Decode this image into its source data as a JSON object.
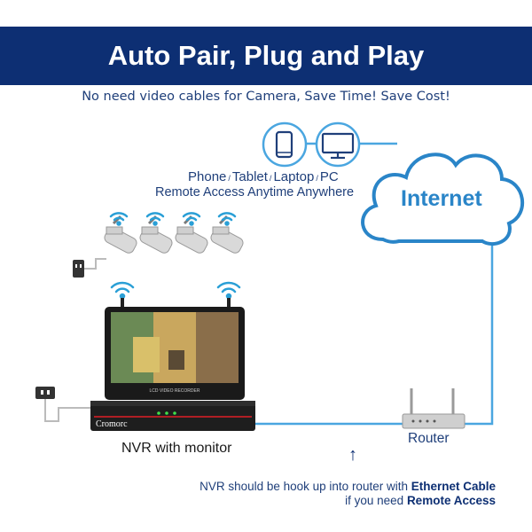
{
  "header": {
    "title": "Auto Pair, Plug and Play"
  },
  "subtitle": "No need video cables for Camera, Save Time! Save Cost!",
  "devices": {
    "phone": "Phone",
    "tablet": "Tablet",
    "laptop": "Laptop",
    "pc": "PC",
    "separator": "/",
    "remote_access": "Remote Access Anytime Anywhere"
  },
  "internet_label": "Internet",
  "nvr": {
    "label": "NVR with monitor",
    "brand": "Cromorc"
  },
  "router_label": "Router",
  "note": {
    "line1_prefix": "NVR should be hook up into router with ",
    "line1_bold": "Ethernet Cable",
    "line2_prefix": "if you need ",
    "line2_bold": "Remote Access"
  },
  "colors": {
    "banner": "#0d2f73",
    "accent_blue": "#2a85c8",
    "line_blue": "#4aa6e0",
    "text_blue": "#1f3f7a"
  },
  "icons": [
    "phone-icon",
    "monitor-icon",
    "cloud-icon",
    "wifi-icon",
    "camera-icon",
    "router-icon",
    "power-outlet-icon",
    "arrow-up-icon"
  ]
}
